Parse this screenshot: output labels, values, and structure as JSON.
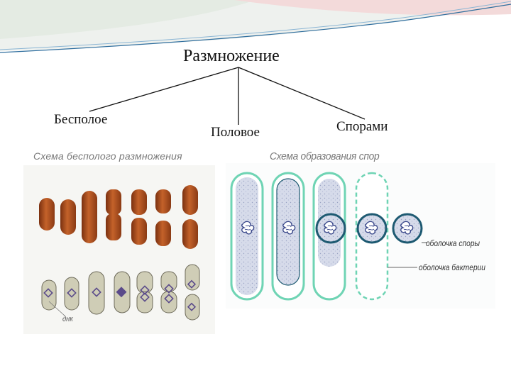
{
  "tree": {
    "root": "Размножение",
    "branches": [
      "Бесполое",
      "Половое",
      "Спорами"
    ]
  },
  "captions": {
    "asexual": "Схема бесполого размножения",
    "spores": "Схема образования спор"
  },
  "labels": {
    "dna": "днк",
    "spore_wall": "оболочка споры",
    "cell_wall": "оболочка бактерии"
  },
  "colors": {
    "bacteria_fill": "#b8551e",
    "cell_outline": "#6fd4b4",
    "spore_outline": "#1e5a72",
    "cytoplasm": "#cfd5e6",
    "dna_marker": "#5a4a8a"
  }
}
